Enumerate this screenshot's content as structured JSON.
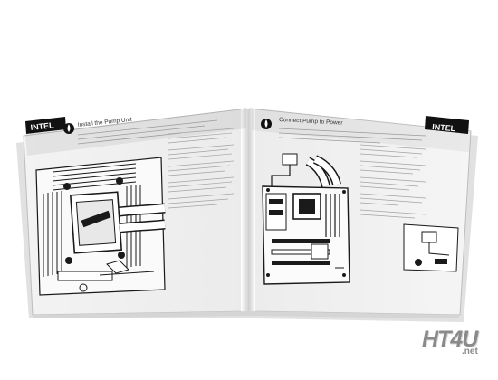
{
  "left_page": {
    "badge": "INTEL",
    "heading": "Install the Pump Unit",
    "step_icon": "water-drop-icon"
  },
  "right_page": {
    "badge": "INTEL",
    "heading": "Connect Pump to Power",
    "step_icon": "water-drop-icon"
  },
  "watermark": {
    "main": "HT4U",
    "sub": ".net"
  }
}
